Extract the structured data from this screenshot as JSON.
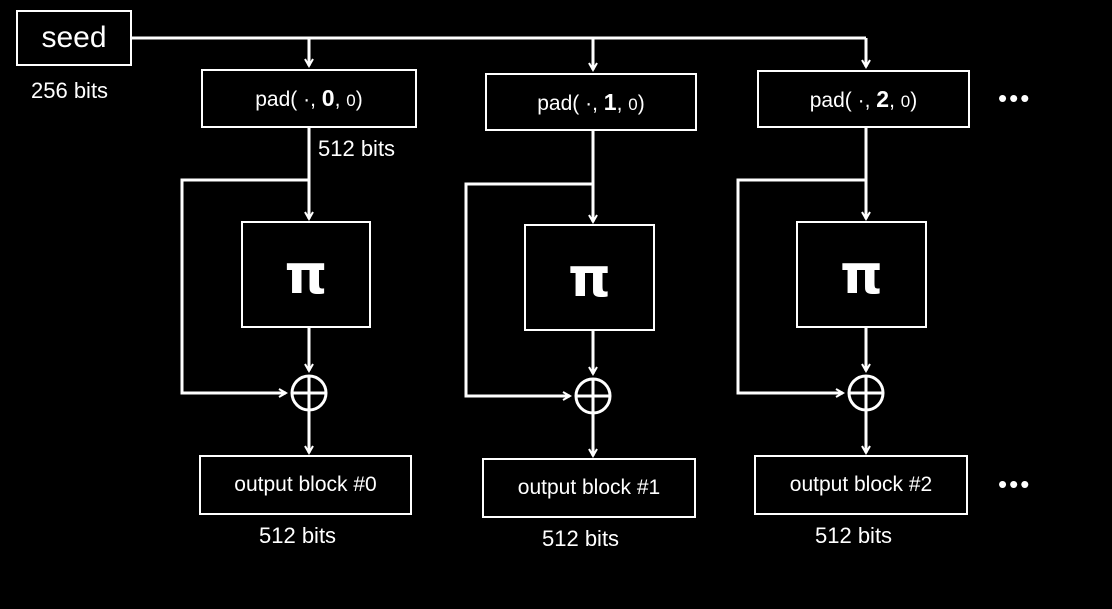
{
  "seed": {
    "label": "seed",
    "bits": "256 bits"
  },
  "pad_bits_label": "512 bits",
  "pad_prefix": "pad( ",
  "pad_dot": "·",
  "pad_sep": ", ",
  "pad_zero": "0",
  "pad_suffix": ")",
  "pi_symbol": "π",
  "stages": [
    {
      "index": "0",
      "output": "output block #0",
      "output_bits": "512 bits"
    },
    {
      "index": "1",
      "output": "output block #1",
      "output_bits": "512 bits"
    },
    {
      "index": "2",
      "output": "output block #2",
      "output_bits": "512 bits"
    }
  ],
  "ellipsis": "•••"
}
